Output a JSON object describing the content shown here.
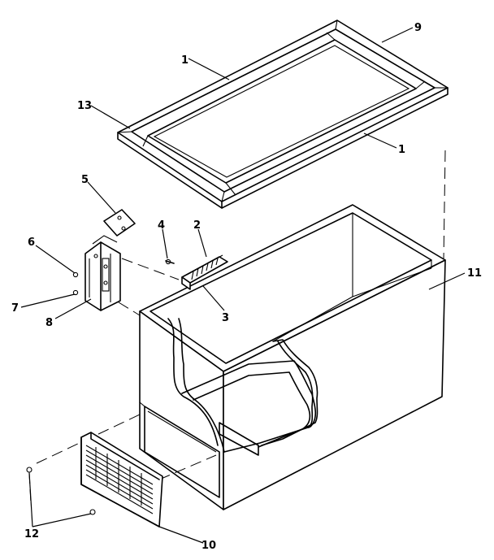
{
  "callouts": {
    "c1_top": "1",
    "c9": "9",
    "c13": "13",
    "c1_right": "1",
    "c5": "5",
    "c4": "4",
    "c2": "2",
    "c6": "6",
    "c7": "7",
    "c8": "8",
    "c3": "3",
    "c11": "11",
    "c12": "12",
    "c10": "10"
  }
}
